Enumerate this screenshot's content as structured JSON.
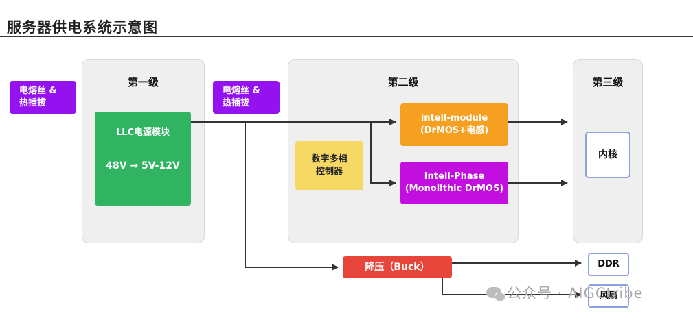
{
  "title": "服务器供电系统示意图",
  "stages": {
    "first": "第一级",
    "second": "第二级",
    "third": "第三级"
  },
  "fuse_left": {
    "line1": "电熔丝 &",
    "line2": "热插拔"
  },
  "fuse_mid": {
    "line1": "电熔丝 &",
    "line2": "热插拔"
  },
  "llc": {
    "line1": "LLC电源模块",
    "line2": "48V  → 5V-12V"
  },
  "controller": {
    "line1": "数字多相",
    "line2": "控制器"
  },
  "module": {
    "line1": "intell-module",
    "line2": "(DrMOS+电感)"
  },
  "phase": {
    "line1": "Intell-Phase",
    "line2": "(Monolithic DrMOS)"
  },
  "core": "内核",
  "buck": "降压（Buck）",
  "ddr": "DDR",
  "fan": "风扇",
  "watermark": "公众号 · AIGCtribe",
  "colors": {
    "fuse": "#9411f0",
    "llc": "#31b461",
    "controller": "#f6d965",
    "module": "#f5a020",
    "phase": "#c20fdf",
    "buck": "#e8453a",
    "outline": "#8ca2dc"
  }
}
